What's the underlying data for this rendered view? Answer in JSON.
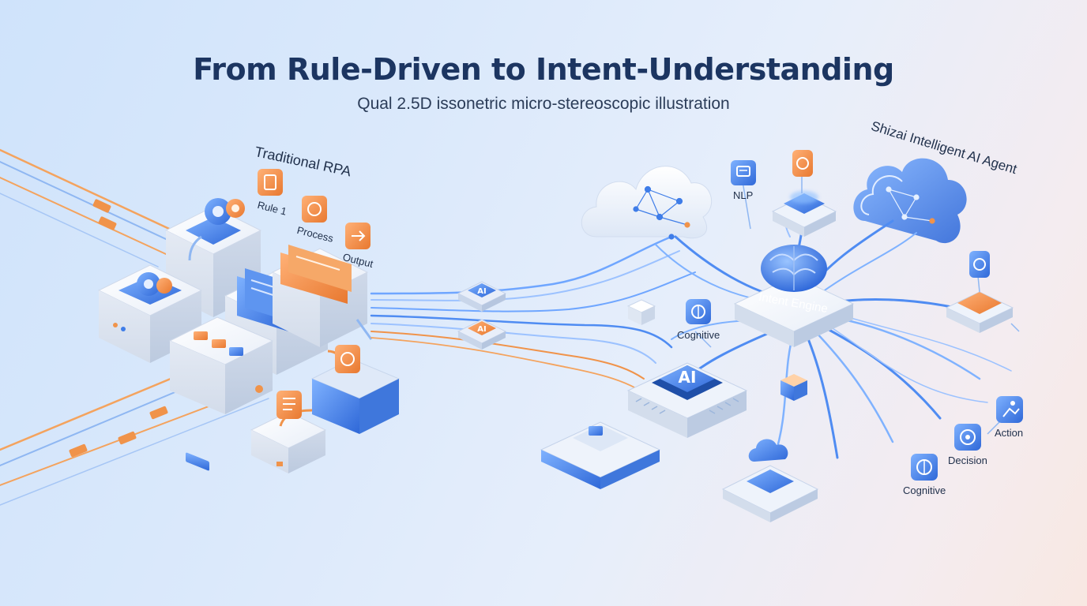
{
  "header": {
    "title": "From Rule-Driven to Intent-Understanding",
    "subtitle": "Qual 2.5D issonetric micro-stereoscopic illustration"
  },
  "left": {
    "section_label": "Traditional RPA",
    "steps": [
      "Rule 1",
      "Process",
      "Output"
    ]
  },
  "bridge": {
    "chip_labels": [
      "AI",
      "AI"
    ]
  },
  "right": {
    "section_label": "Shizai Intelligent AI Agent",
    "engine_label": "Intent Engine",
    "central_chip_label": "AI",
    "nodes": {
      "nlp": "NLP",
      "cognitive_top": "Cognitive",
      "action": "Action",
      "decision": "Decision",
      "cognitive_bottom": "Cognitive"
    }
  },
  "colors": {
    "title": "#1c3561",
    "accent_blue": "#3f7de8",
    "accent_orange": "#f0934a",
    "cube_white": "#f3f6fb"
  }
}
